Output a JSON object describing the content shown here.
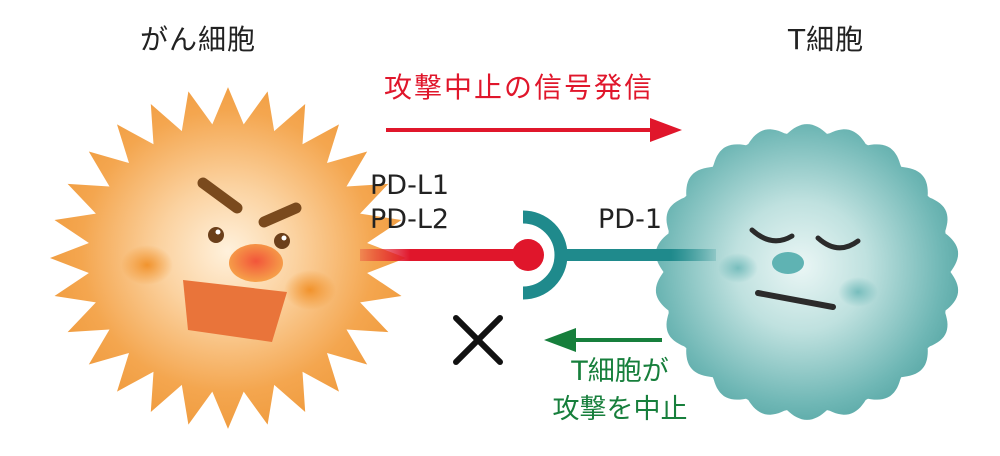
{
  "labels": {
    "cancer_cell": "がん細胞",
    "t_cell": "T細胞",
    "signal": "攻撃中止の信号発信",
    "ligand_1": "PD-L1",
    "ligand_2": "PD-L2",
    "receptor": "PD-1",
    "result_line1": "T細胞が",
    "result_line2": "攻撃を中止"
  },
  "colors": {
    "cancer_cell": "#f3a24a",
    "t_cell": "#6fb7b5",
    "signal_arrow": "#e0162b",
    "ligand_stem": "#e0162b",
    "receptor_stem": "#1f8a8c",
    "result_arrow": "#177f3c",
    "blocked_mark": "#111111"
  },
  "icons": {
    "cancer_cell": "angry-cancer-cell-icon",
    "t_cell": "sleepy-t-cell-icon",
    "blocked": "cross-mark-icon"
  }
}
